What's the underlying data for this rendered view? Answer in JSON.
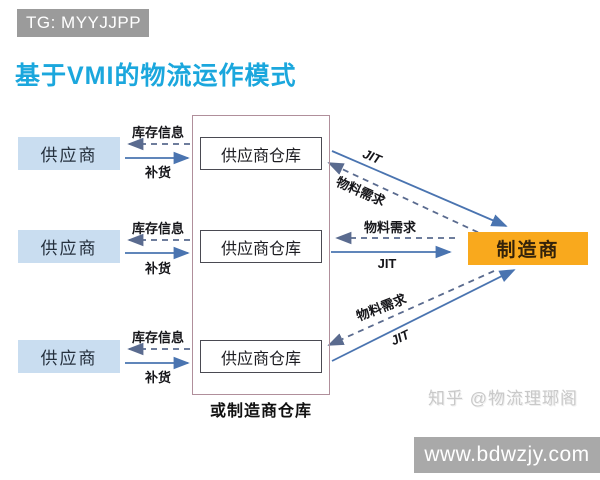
{
  "watermark_tag": "TG: MYYJJPP",
  "title": "基于VMI的物流运作模式",
  "diagram": {
    "supplier_label": "供应商",
    "warehouse_label": "供应商仓库",
    "group_caption": "或制造商仓库",
    "manufacturer_label": "制造商",
    "flow_labels": {
      "inventory_info": "库存信息",
      "replenishment": "补货",
      "material_demand": "物料需求",
      "jit": "JIT"
    },
    "colors": {
      "title_blue": "#1ba7dd",
      "supplier_fill": "#c9ddf0",
      "manufacturer_fill": "#f9a91d",
      "solid_arrow": "#4a74b0",
      "dashed_arrow": "#5a6b8f",
      "group_border": "#b08f9b",
      "tag_gray": "#9b9b9b",
      "footer_gray": "#a9a9a9"
    }
  },
  "watermark_credit": "知乎 @物流理琊阁",
  "footer_url": "www.bdwzjy.com"
}
